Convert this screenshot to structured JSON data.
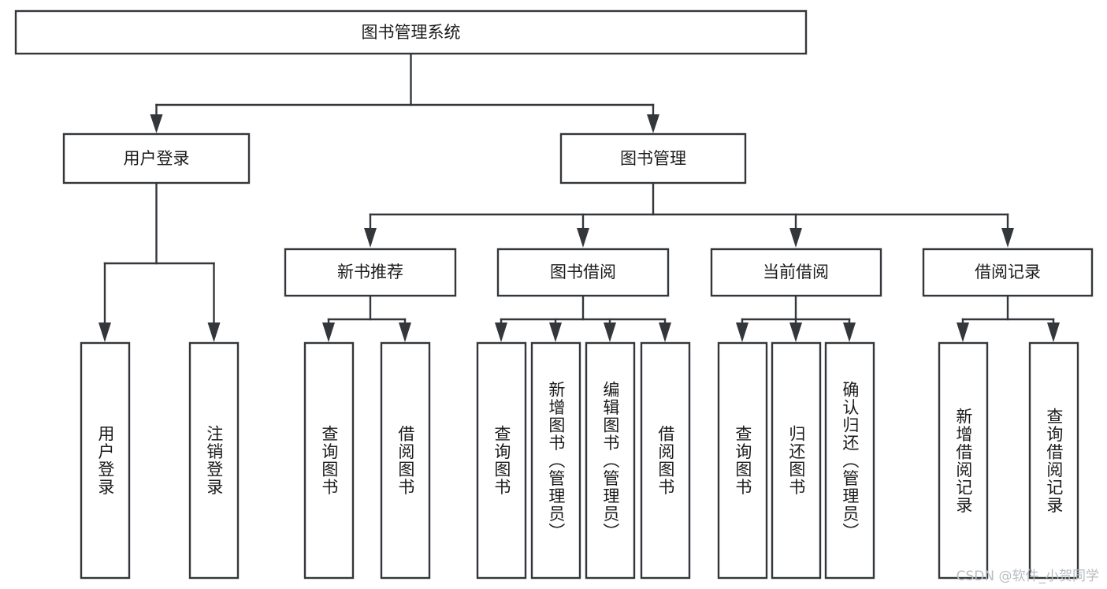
{
  "diagram": {
    "title": "图书管理系统",
    "watermark": "CSDN @软件_小贺同学",
    "colors": {
      "stroke": "#33373b",
      "box_fill": "#ffffff",
      "text": "#1b1b1b",
      "background": "#ffffff",
      "watermark": "#b9bdc2"
    },
    "root": {
      "label": "图书管理系统"
    },
    "level2": [
      {
        "label": "用户登录"
      },
      {
        "label": "图书管理"
      }
    ],
    "level3": [
      {
        "label": "新书推荐"
      },
      {
        "label": "图书借阅"
      },
      {
        "label": "当前借阅"
      },
      {
        "label": "借阅记录"
      }
    ],
    "leaves": {
      "user_login": [
        {
          "label": "用户登录"
        },
        {
          "label": "注销登录"
        }
      ],
      "new_book_recommend": [
        {
          "label": "查询图书"
        },
        {
          "label": "借阅图书"
        }
      ],
      "book_borrow": [
        {
          "label": "查询图书"
        },
        {
          "label": "新增图书（管理员）"
        },
        {
          "label": "编辑图书（管理员）"
        },
        {
          "label": "借阅图书"
        }
      ],
      "current_borrow": [
        {
          "label": "查询图书"
        },
        {
          "label": "归还图书"
        },
        {
          "label": "确认归还（管理员）"
        }
      ],
      "borrow_record": [
        {
          "label": "新增借阅记录"
        },
        {
          "label": "查询借阅记录"
        }
      ]
    }
  }
}
